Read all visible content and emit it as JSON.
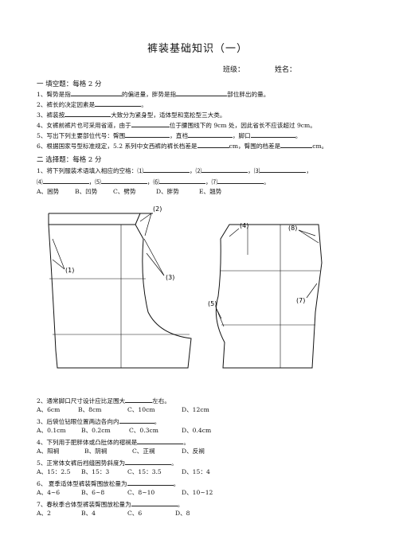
{
  "title": "裤装基础知识（一）",
  "header": {
    "class_label": "班级：",
    "name_label": "姓名："
  },
  "section1": {
    "heading": "一  填空题：每格 2 分",
    "q1": {
      "a": "1、臀势是指",
      "b": "的偏进量，胖势是指",
      "c": "部位胖出的量。"
    },
    "q2": {
      "a": "2、裤长的决定因素是",
      "b": "。"
    },
    "q3": {
      "a": "3、裤装按",
      "b": "大致分为紧身型，适体型和宽松型三大类。"
    },
    "q4": {
      "a": "4、女裤前裤片也可采用省道，由于",
      "b": "位于腰围线下的 9cm 处，因此省长不应该超过 9cm。"
    },
    "q5": {
      "a": "5、写出下列主要部位代号：臀围",
      "b": "，直裆",
      "c": "，脚口",
      "d": "。"
    },
    "q6": {
      "a": "6、根据国家号型标准规定，5.2 系列中女西裤的裤长档差是",
      "b": "cm，臀围的档差是",
      "c": "cm。"
    }
  },
  "section2": {
    "heading": "二  选择题：每格 2 分",
    "q1": {
      "a": "1、将下列服装术语填入相应的空格：⑴",
      "b": "，⑵",
      "c": "，⑶",
      "d": "，",
      "e": "⑷",
      "f": "，⑸",
      "g": "，⑹",
      "h": "，⑺",
      "i": "。",
      "options": [
        "A、困势",
        "B、凹势",
        "C、劈势",
        "D、胖势",
        "E、翘势"
      ]
    },
    "diagram_labels": [
      "(2)",
      "(1)",
      "(3)",
      "(4)",
      "(8)",
      "(5)",
      "(7)"
    ],
    "q2": {
      "text": "2、通常脚口尺寸设计应比足围大",
      "after": "左右。",
      "options": [
        "A、6cm",
        "B、8cm",
        "C、10cm",
        "D、12cm"
      ]
    },
    "q3": {
      "text": "3、后袋位钻眼位置两边各向内",
      "after": "。",
      "options": [
        "A、0.1cm",
        "B、0.2cm",
        "C、0.3cm",
        "D、0.4cm"
      ]
    },
    "q4": {
      "text": "4、下列用于肥胖体或凸肚体的褶裥是",
      "after": "。",
      "options": [
        "A、阳裥",
        "B、阴裥",
        "C、正裥",
        "D、反裥"
      ]
    },
    "q5": {
      "text": "5、正常体女裤后裆缝困势斜度为",
      "after": "。",
      "options": [
        "A、15：2.5",
        "B、15：3",
        "C、15：3.5",
        "D、15：4"
      ]
    },
    "q6": {
      "text": "6、  夏季适体型裤装臀围放松量为",
      "after": "。",
      "options": [
        "A、4~6",
        "B、6~8",
        "C、8~10",
        "D、10~12"
      ]
    },
    "q7": {
      "text": "7、春秋季合体型裤装臀围放松量为",
      "after": "。",
      "options": [
        "A、2",
        "B、4",
        "C、6",
        "D、8"
      ]
    }
  }
}
